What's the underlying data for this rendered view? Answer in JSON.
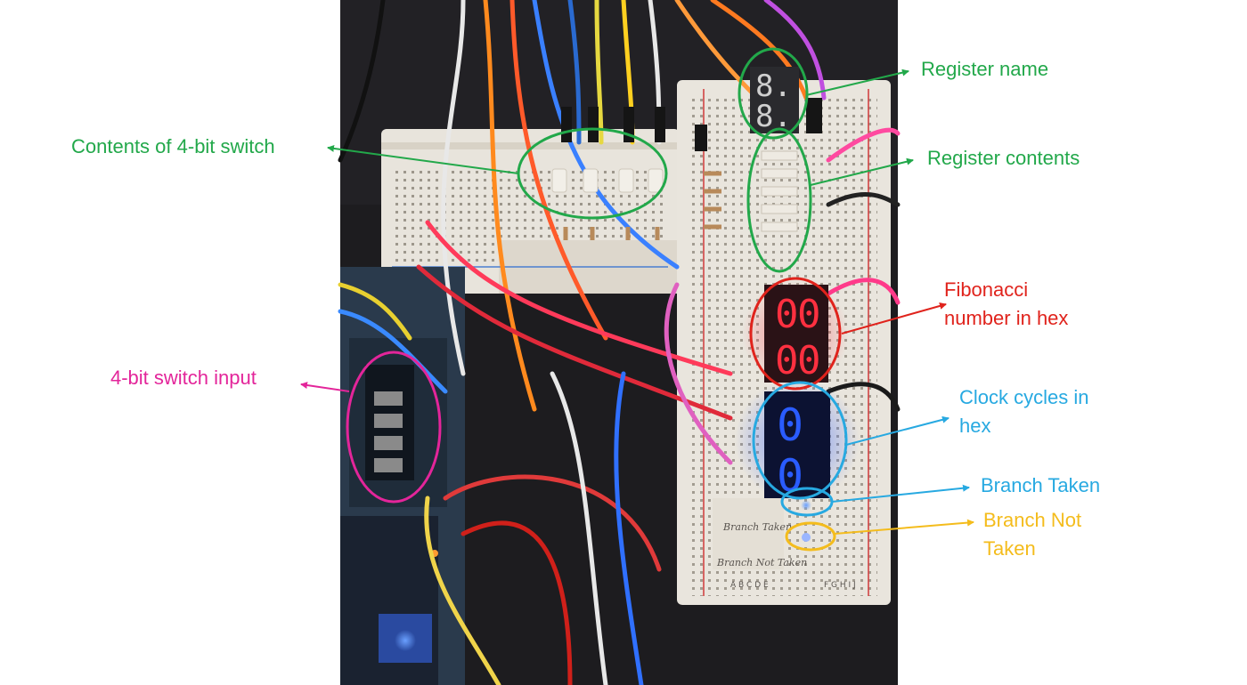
{
  "annotations": {
    "register_name": "Register name",
    "register_contents": "Register contents",
    "switch_contents": "Contents of 4-bit switch",
    "fib_line1": "Fibonacci",
    "fib_line2": "number in hex",
    "switch_input": "4-bit switch input",
    "clock_line1": "Clock cycles in",
    "clock_line2": "hex",
    "branch_taken": "Branch Taken",
    "branch_not_taken_line1": "Branch Not",
    "branch_not_taken_line2": "Taken"
  },
  "displays": {
    "fibonacci_digits": [
      "0",
      "0"
    ],
    "clock_digits": [
      "0",
      "0"
    ]
  },
  "board_text": {
    "branch_taken_note": "Branch Taken",
    "branch_not_taken_note": "Branch Not Taken",
    "column_letters_left": "A B C D E",
    "column_letters_right": "F G H I J"
  },
  "colors": {
    "register_annotation": "#22a84a",
    "fibonacci_annotation": "#e0231c",
    "switch_input_annotation": "#e3259a",
    "clock_annotation": "#27a9e1",
    "branch_not_taken_annotation": "#f4bc1c",
    "red_display_segments": "#ff3040",
    "blue_display_segments": "#2050ff"
  }
}
